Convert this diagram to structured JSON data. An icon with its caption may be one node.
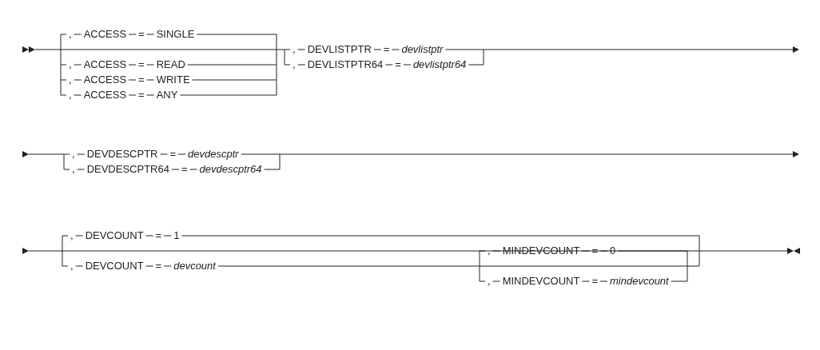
{
  "diagram": {
    "labels": [
      ",",
      "ACCESS",
      "=",
      "SINGLE",
      ",",
      "DEVLISTPTR",
      "=",
      "devlistptr",
      ",",
      "ACCESS",
      "=",
      "READ",
      ",",
      "DEVLISTPTR64",
      "=",
      "devlistptr64",
      ",",
      "ACCESS",
      "=",
      "WRITE",
      ",",
      "ACCESS",
      "=",
      "ANY",
      ",",
      "DEVDESCPTR",
      "=",
      "devdescptr",
      ",",
      "DEVDESCPTR64",
      "=",
      "devdescptr64",
      ",",
      "DEVCOUNT",
      "=",
      "1",
      ",",
      "MINDEVCOUNT",
      "=",
      "0",
      ",",
      "DEVCOUNT",
      "=",
      "devcount",
      ",",
      "MINDEVCOUNT",
      "=",
      "mindevcount"
    ]
  }
}
